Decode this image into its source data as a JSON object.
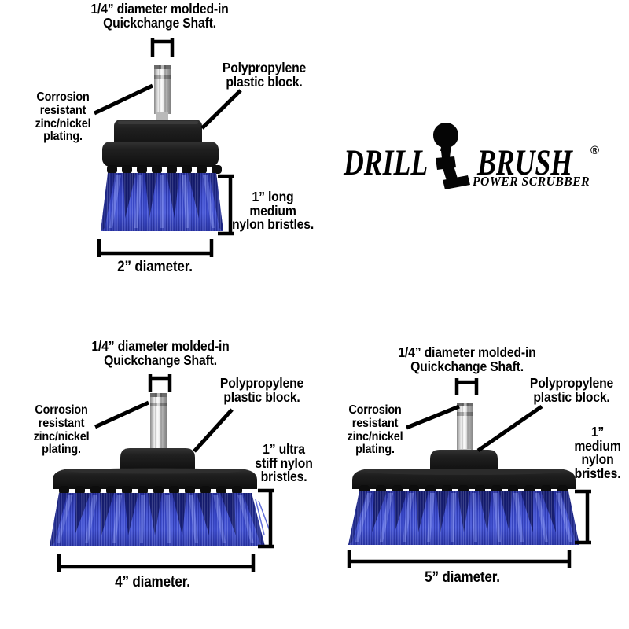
{
  "colors": {
    "background": "#ffffff",
    "text": "#000000",
    "bristle_blue": "#3949cf",
    "bristle_shadow": "#111866",
    "bristle_highlight": "#8291f2",
    "block_black": "#1a1a1a",
    "shaft_silver": "#d9d9d9"
  },
  "logo": {
    "word1": "DRILL",
    "word2": "BRUSH",
    "registered": "®",
    "subtitle": "POWER SCRUBBER"
  },
  "brushes": [
    {
      "name": "2-inch-round-brush",
      "shaft_label": "1/4” diameter molded-in\nQuickchange Shaft.",
      "plating_label": "Corrosion\nresistant\nzinc/nickel\nplating.",
      "block_label": "Polypropylene\nplastic block.",
      "bristle_label": "1” long\nmedium\nnylon bristles.",
      "diameter_label": "2” diameter."
    },
    {
      "name": "4-inch-flat-brush",
      "shaft_label": "1/4” diameter molded-in\nQuickchange Shaft.",
      "plating_label": "Corrosion\nresistant\nzinc/nickel\nplating.",
      "block_label": "Polypropylene\nplastic block.",
      "bristle_label": "1” ultra\nstiff nylon\nbristles.",
      "diameter_label": "4” diameter."
    },
    {
      "name": "5-inch-flat-brush",
      "shaft_label": "1/4” diameter molded-in\nQuickchange Shaft.",
      "plating_label": "Corrosion\nresistant\nzinc/nickel\nplating.",
      "block_label": "Polypropylene\nplastic block.",
      "bristle_label": "1”\nmedium\nnylon\nbristles.",
      "diameter_label": "5” diameter."
    }
  ]
}
